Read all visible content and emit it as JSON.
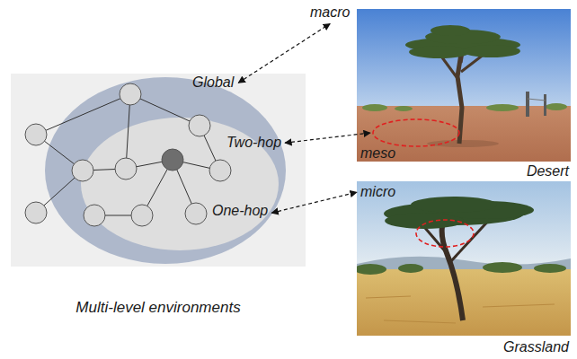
{
  "diagram": {
    "nodes": [
      {
        "text": [
          "Global"
        ]
      },
      {
        "text": [
          "Two-hop"
        ],
        "in": 0
      },
      {
        "text": [
          "One-hop"
        ],
        "in": 1
      },
      {
        "text": [
          "macro",
          "meso",
          "Desert"
        ]
      },
      {
        "text": [
          "micro",
          "Grassland"
        ]
      }
    ],
    "edges": [
      {
        "from": 0,
        "to": 3,
        "arrow": "both"
      },
      {
        "from": 1,
        "to": 3,
        "arrow": "both"
      },
      {
        "from": 2,
        "to": 4,
        "arrow": "both"
      }
    ],
    "labels": [
      "Multi-level environments"
    ]
  }
}
